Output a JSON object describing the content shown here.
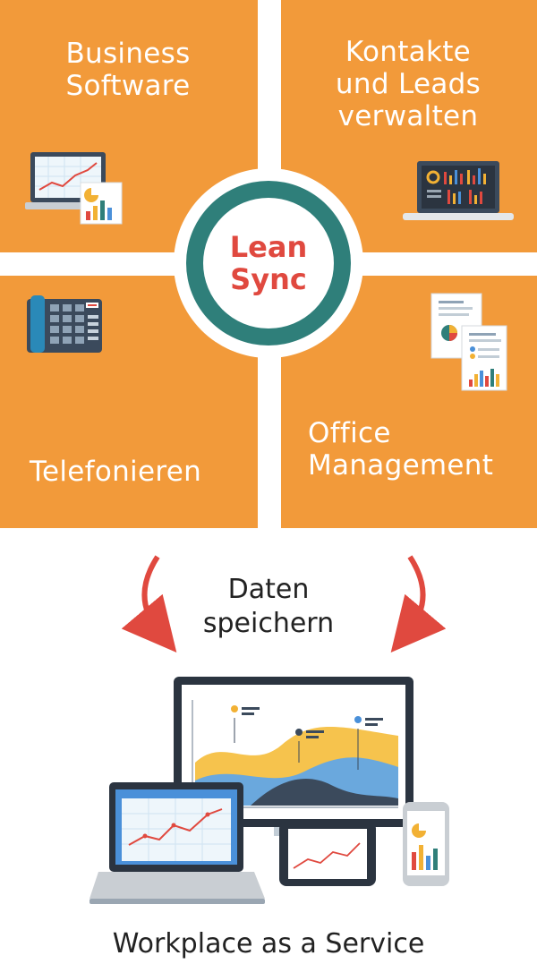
{
  "quadrants": {
    "top_left": {
      "line1": "Business",
      "line2": "Software",
      "icon": "laptop-chart-icon"
    },
    "top_right": {
      "line1": "Kontakte",
      "line2": "und Leads",
      "line3": "verwalten",
      "icon": "dashboard-laptop-icon"
    },
    "bottom_left": {
      "line1": "Telefonieren",
      "icon": "desk-phone-icon"
    },
    "bottom_right": {
      "line1": "Office",
      "line2": "Management",
      "icon": "reports-documents-icon"
    }
  },
  "hub": {
    "line1": "Lean",
    "line2": "Sync"
  },
  "middle": {
    "line1": "Daten",
    "line2": "speichern"
  },
  "footer": {
    "title": "Workplace as a Service"
  },
  "colors": {
    "orange": "#F29A3A",
    "teal": "#2F7F7A",
    "red": "#E0493F",
    "arrow": "#E0493F"
  }
}
